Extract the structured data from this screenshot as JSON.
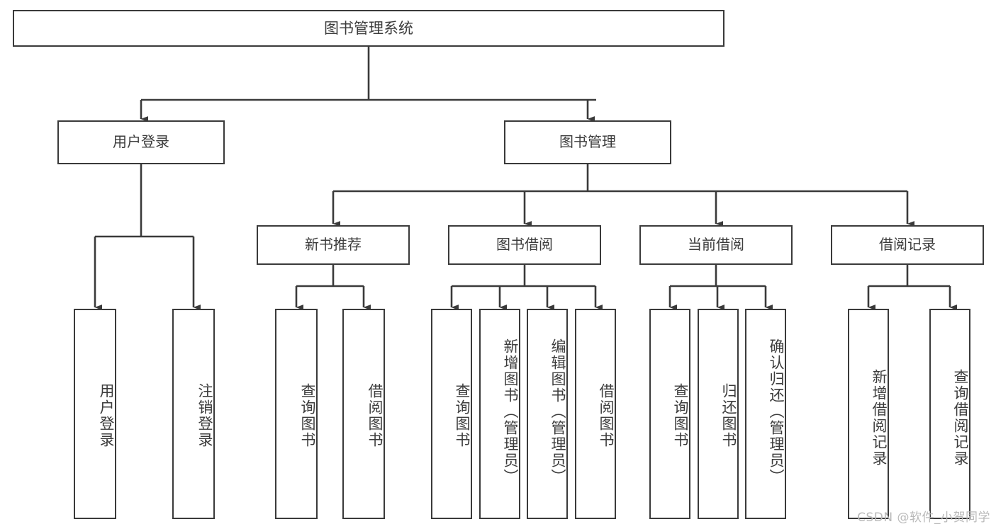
{
  "diagram": {
    "type": "tree-hierarchy-chart",
    "title": "图书管理系统",
    "stroke_color": "#3a3a3a",
    "text_color": "#3c3c3c",
    "background_color": "#ffffff",
    "watermark": "CSDN @软件_小贺同学",
    "nodes": {
      "root": {
        "label": "图书管理系统"
      },
      "level1": [
        {
          "id": "user-login",
          "label": "用户登录"
        },
        {
          "id": "book-manage",
          "label": "图书管理"
        }
      ],
      "level2": [
        {
          "id": "new-book-recommend",
          "label": "新书推荐"
        },
        {
          "id": "book-borrow",
          "label": "图书借阅"
        },
        {
          "id": "current-borrow",
          "label": "当前借阅"
        },
        {
          "id": "borrow-record",
          "label": "借阅记录"
        }
      ],
      "leaves": {
        "user-login": [
          {
            "id": "leaf-user-login",
            "label": "用户登录"
          },
          {
            "id": "leaf-logout-login",
            "label": "注销登录"
          }
        ],
        "new-book-recommend": [
          {
            "id": "leaf-query-book-1",
            "label": "查询图书"
          },
          {
            "id": "leaf-borrow-book-1",
            "label": "借阅图书"
          }
        ],
        "book-borrow": [
          {
            "id": "leaf-query-book-2",
            "label": "查询图书"
          },
          {
            "id": "leaf-add-book-admin",
            "label": "新增图书（管理员）"
          },
          {
            "id": "leaf-edit-book-admin",
            "label": "编辑图书（管理员）"
          },
          {
            "id": "leaf-borrow-book-2",
            "label": "借阅图书"
          }
        ],
        "current-borrow": [
          {
            "id": "leaf-query-book-3",
            "label": "查询图书"
          },
          {
            "id": "leaf-return-book",
            "label": "归还图书"
          },
          {
            "id": "leaf-confirm-return-admin",
            "label": "确认归还（管理员）"
          }
        ],
        "borrow-record": [
          {
            "id": "leaf-add-borrow-record",
            "label": "新增借阅记录"
          },
          {
            "id": "leaf-query-borrow-record",
            "label": "查询借阅记录"
          }
        ]
      }
    }
  }
}
